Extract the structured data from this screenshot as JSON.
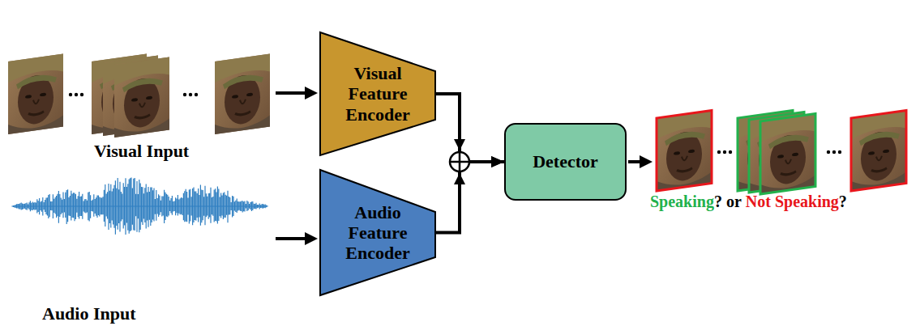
{
  "diagram": {
    "nodes": [
      {
        "text": [
          "Visual Feature Encoder"
        ]
      },
      {
        "text": [
          "Audio Feature Encoder"
        ]
      },
      {
        "text": [
          "Detector"
        ]
      }
    ],
    "edges": [
      {
        "from": 0,
        "to": 2,
        "arrow": "to"
      },
      {
        "from": 1,
        "to": 2,
        "arrow": "to"
      }
    ],
    "labels": [
      "Visual Input",
      "Audio Input",
      "Speaking",
      "? or",
      "Not Speaking",
      "?"
    ]
  }
}
